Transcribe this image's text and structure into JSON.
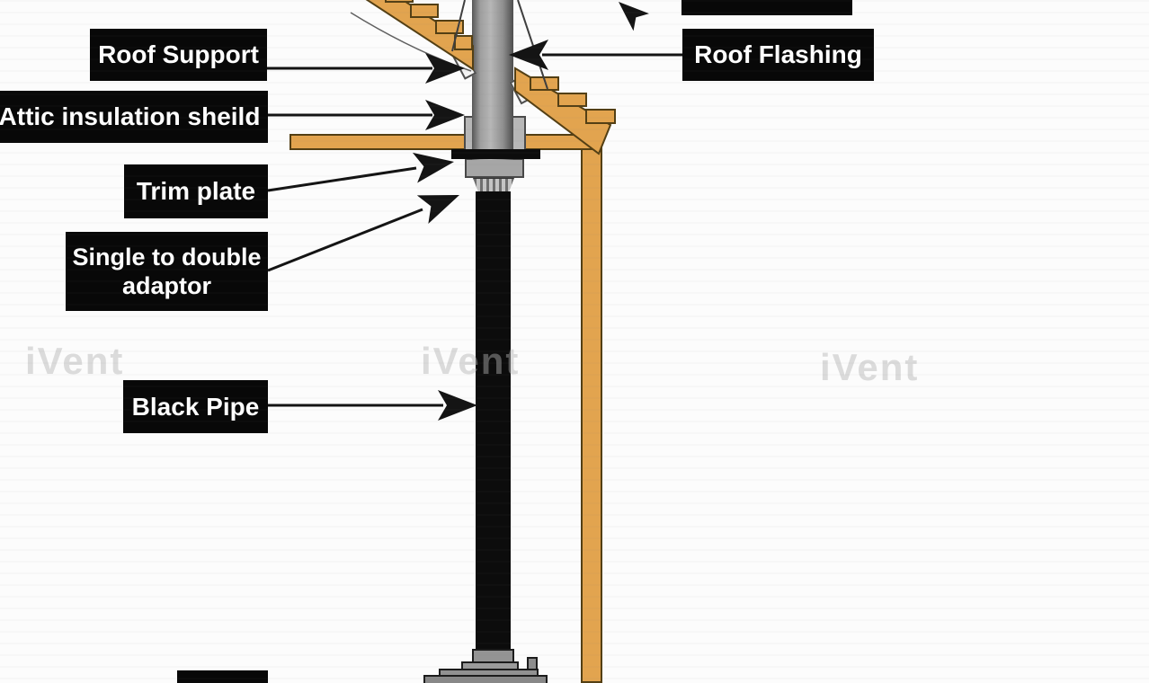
{
  "diagram": {
    "labels": {
      "roof_support": "Roof Support",
      "attic_insulation_shield": "Attic insulation sheild",
      "trim_plate": "Trim plate",
      "single_to_double_adaptor": "Single to double adaptor",
      "black_pipe": "Black Pipe",
      "roof_flashing": "Roof Flashing"
    },
    "watermark": "iVent",
    "colors": {
      "wood": "#e2a44f",
      "wood_outline": "#533f14",
      "label_bg": "#080808",
      "label_text": "#ffffff",
      "pipe_black": "#0c0c0c",
      "metal_gray": "#a6a6a6",
      "shield_gray": "#b7b7b7",
      "stove_gray": "#919191",
      "arrow": "#141414"
    }
  }
}
